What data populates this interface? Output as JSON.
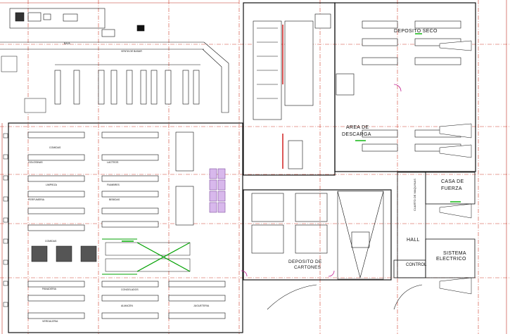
{
  "labels": {
    "deposito_seco": "DEPOSITO SECO",
    "area_descarga_1": "AREA DE",
    "area_descarga_2": "DESCARGA",
    "casa_fuerza_1": "CASA DE",
    "casa_fuerza_2": "FUERZA",
    "cuarto_maquinas": "CUARTO DE MAQUINAS",
    "hall": "HALL",
    "sistema_1": "SISTEMA",
    "sistema_2": "ELECTRICO",
    "control": "CONTROL",
    "deposito_cartones_1": "DEPOSITO DE",
    "deposito_cartones_2": "CARTONES",
    "venta_basar": "VENTA DE BASAR",
    "baja": "BAJA",
    "comidas": "COMIDAS"
  },
  "aisle_labels": [
    "COMIDAS",
    "GOLOSINAS",
    "LIMPIEZA",
    "PERFUMERIA",
    "LACTEOS",
    "FIAMBRES",
    "BEBIDAS",
    "CONGELADOS",
    "PANADERIA",
    "VERDULERIA",
    "ALMACEN",
    "JUGUETERIA"
  ],
  "colors": {
    "line": "#1a1a1a",
    "grid": "#cc3322",
    "accent": "#00b000",
    "purple": "#b080d0",
    "magenta": "#d02090",
    "blue": "#3060c0"
  }
}
